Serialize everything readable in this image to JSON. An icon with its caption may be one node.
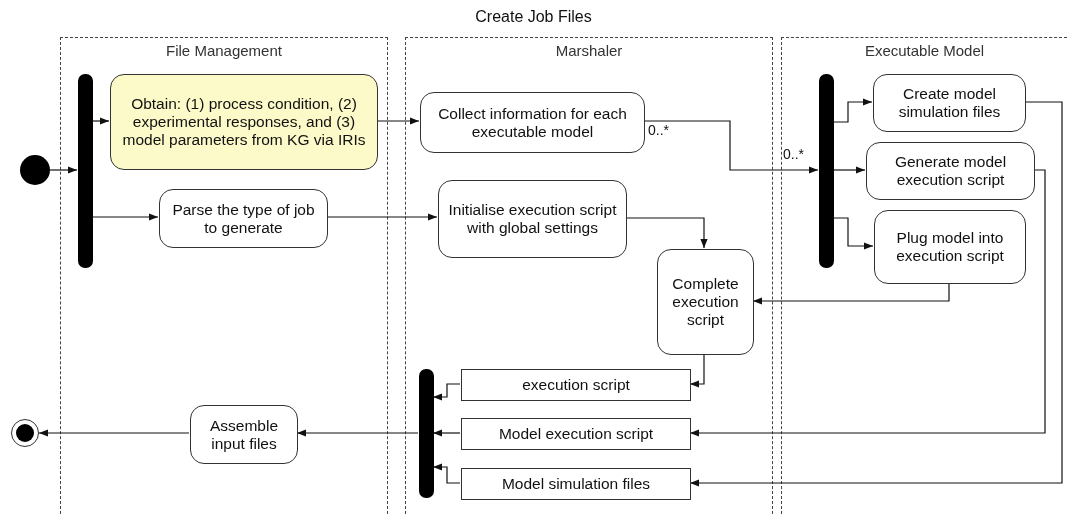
{
  "diagram": {
    "title": "Create Job Files",
    "nodes": [
      {
        "text": [
          "File Management"
        ]
      },
      {
        "text": [
          "Marshaler"
        ]
      },
      {
        "text": [
          "Executable Model"
        ]
      },
      {
        "text": [],
        "shape": "circle"
      },
      {
        "text": [],
        "shape": "bar",
        "in": 0
      },
      {
        "text": [
          "Obtain: (1) process condition, (2) experimental responses, and (3) model parameters from KG via IRIs"
        ],
        "in": 0
      },
      {
        "text": [
          "Parse the type of job to generate"
        ],
        "in": 0
      },
      {
        "text": [
          "Collect information for each executable model"
        ],
        "in": 1
      },
      {
        "text": [
          "Initialise execution script with global settings"
        ],
        "in": 1
      },
      {
        "text": [
          "Complete execution script"
        ],
        "in": 1
      },
      {
        "text": [],
        "shape": "bar",
        "in": 2
      },
      {
        "text": [
          "Create model simulation files"
        ],
        "in": 2
      },
      {
        "text": [
          "Generate model execution script"
        ],
        "in": 2
      },
      {
        "text": [
          "Plug model into execution script"
        ],
        "in": 2
      },
      {
        "text": [],
        "shape": "bar",
        "in": 1
      },
      {
        "text": [
          "execution script"
        ],
        "in": 1
      },
      {
        "text": [
          "Model execution script"
        ],
        "in": 1
      },
      {
        "text": [
          "Model simulation files"
        ],
        "in": 1
      },
      {
        "text": [
          "Assemble input files"
        ],
        "in": 0
      },
      {
        "text": [],
        "shape": "circle"
      }
    ],
    "edges": [
      {
        "from": 3,
        "to": 4,
        "arrow": "to"
      },
      {
        "from": 4,
        "to": 5,
        "arrow": "to"
      },
      {
        "from": 4,
        "to": 6,
        "arrow": "to"
      },
      {
        "from": 5,
        "to": 7,
        "arrow": "to"
      },
      {
        "from": 6,
        "to": 8,
        "arrow": "to"
      },
      {
        "from": 7,
        "to": 10,
        "arrow": "to"
      },
      {
        "from": 10,
        "to": 11,
        "arrow": "to"
      },
      {
        "from": 10,
        "to": 12,
        "arrow": "to"
      },
      {
        "from": 10,
        "to": 13,
        "arrow": "to"
      },
      {
        "from": 8,
        "to": 9,
        "arrow": "to"
      },
      {
        "from": 13,
        "to": 9,
        "arrow": "to"
      },
      {
        "from": 9,
        "to": 15,
        "arrow": "to"
      },
      {
        "from": 12,
        "to": 16,
        "arrow": "to"
      },
      {
        "from": 11,
        "to": 17,
        "arrow": "to"
      },
      {
        "from": 15,
        "to": 14,
        "arrow": "to"
      },
      {
        "from": 16,
        "to": 14,
        "arrow": "to"
      },
      {
        "from": 17,
        "to": 14,
        "arrow": "to"
      },
      {
        "from": 14,
        "to": 18,
        "arrow": "to"
      },
      {
        "from": 18,
        "to": 19,
        "arrow": "to"
      }
    ],
    "labels": [
      "0..*",
      "0..*"
    ]
  }
}
